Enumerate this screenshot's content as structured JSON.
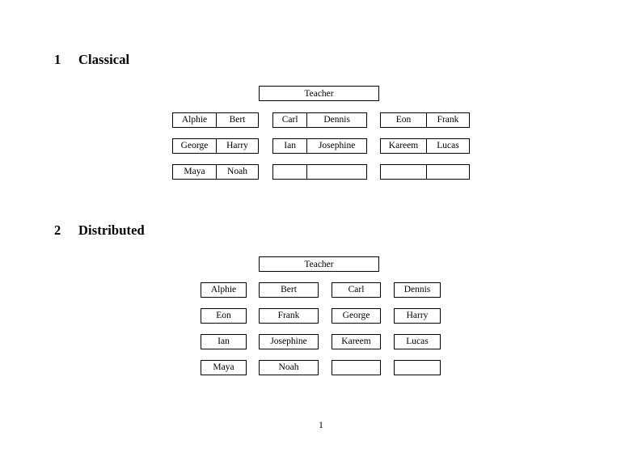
{
  "document": {
    "page_number": "1",
    "background_color": "#ffffff",
    "text_color": "#000000",
    "border_color": "#000000"
  },
  "sections": [
    {
      "number": "1",
      "title": "Classical",
      "teacher_label": "Teacher",
      "layout": "three-groups-of-two-cells",
      "groups": [
        {
          "id": "group-left",
          "rows": [
            {
              "cells": [
                "Alphie",
                "Bert"
              ]
            },
            {
              "cells": [
                "George",
                "Harry"
              ]
            },
            {
              "cells": [
                "Maya",
                "Noah"
              ]
            }
          ]
        },
        {
          "id": "group-middle",
          "rows": [
            {
              "cells": [
                "Carl",
                "Dennis"
              ]
            },
            {
              "cells": [
                "Ian",
                "Josephine"
              ]
            },
            {
              "cells": [
                "",
                ""
              ]
            }
          ]
        },
        {
          "id": "group-right",
          "rows": [
            {
              "cells": [
                "Eon",
                "Frank"
              ]
            },
            {
              "cells": [
                "Kareem",
                "Lucas"
              ]
            },
            {
              "cells": [
                "",
                ""
              ]
            }
          ]
        }
      ]
    },
    {
      "number": "2",
      "title": "Distributed",
      "teacher_label": "Teacher",
      "layout": "four-columns-of-single-cells",
      "rows": [
        {
          "cells": [
            "Alphie",
            "Bert",
            "Carl",
            "Dennis"
          ]
        },
        {
          "cells": [
            "Eon",
            "Frank",
            "George",
            "Harry"
          ]
        },
        {
          "cells": [
            "Ian",
            "Josephine",
            "Kareem",
            "Lucas"
          ]
        },
        {
          "cells": [
            "Maya",
            "Noah",
            "",
            ""
          ]
        }
      ]
    }
  ]
}
